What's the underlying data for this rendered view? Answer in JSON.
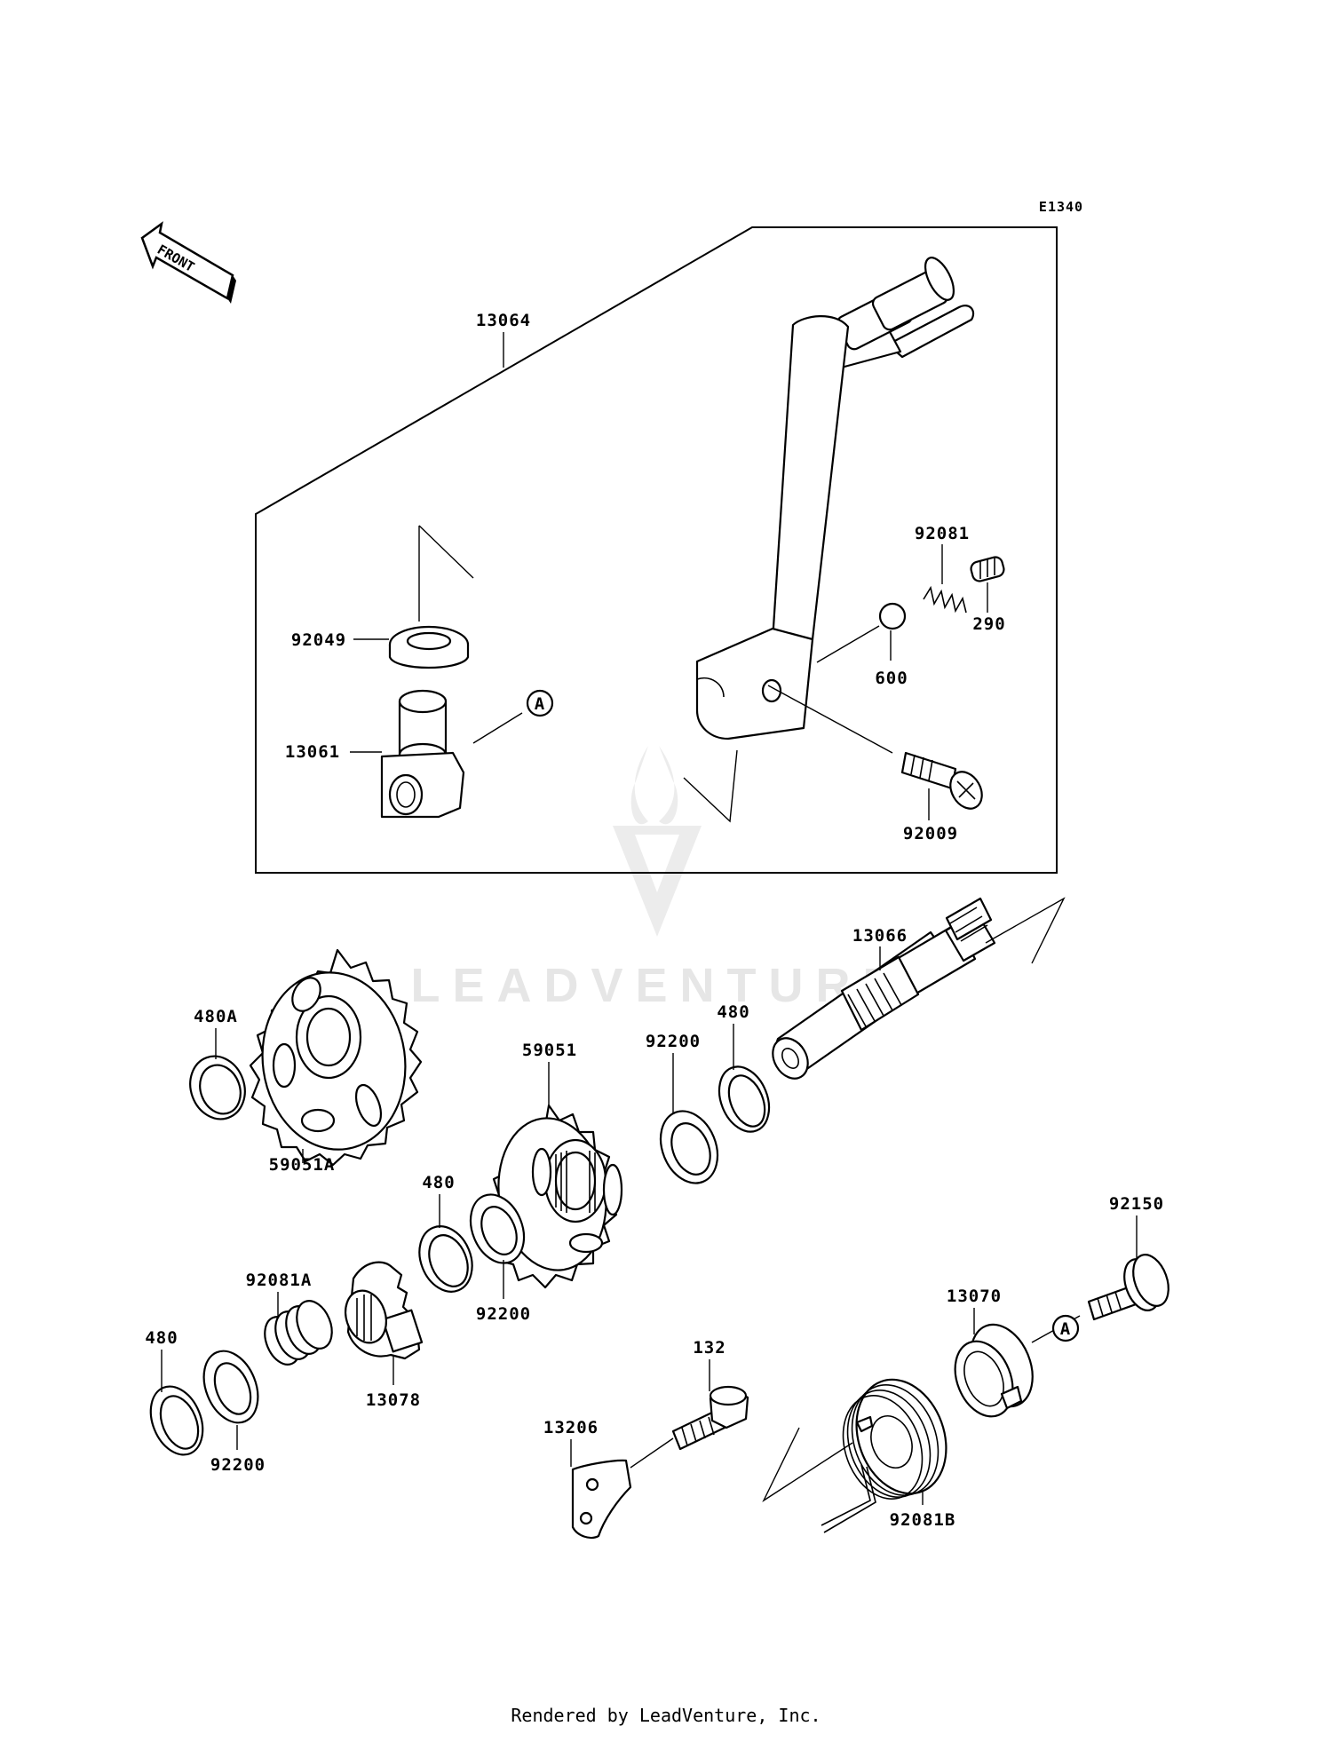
{
  "diagram": {
    "code": "E1340",
    "front_label": "FRONT",
    "watermark": "LEADVENTURE",
    "footer": "Rendered by LeadVenture, Inc.",
    "ref_marker": "A",
    "parts": {
      "p13064": "13064",
      "p92081": "92081",
      "p290": "290",
      "p92049": "92049",
      "p600": "600",
      "p13061": "13061",
      "p92009": "92009",
      "p13066": "13066",
      "p480A": "480A",
      "p480_top": "480",
      "p92200_top": "92200",
      "p59051": "59051",
      "p59051A": "59051A",
      "p480_mid": "480",
      "p92081A": "92081A",
      "p92200_mid": "92200",
      "p92150": "92150",
      "p480_bot": "480",
      "p13070": "13070",
      "p132": "132",
      "p13078": "13078",
      "p13206": "13206",
      "p92200_bot": "92200",
      "p92081B": "92081B"
    }
  }
}
